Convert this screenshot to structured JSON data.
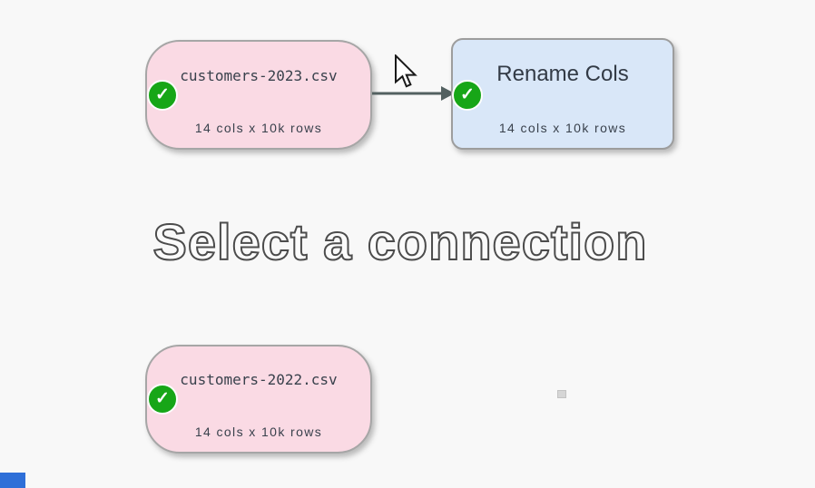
{
  "watermark": {
    "text": "Select a connection"
  },
  "nodes": [
    {
      "title": "customers-2023.csv",
      "status": "14 cols x 10k rows",
      "kind": "input-csv"
    },
    {
      "title": "Rename Cols",
      "status": "14 cols x 10k rows",
      "kind": "transform"
    },
    {
      "title": "customers-2022.csv",
      "status": "14 cols x 10k rows",
      "kind": "input-csv"
    }
  ],
  "icons": {
    "check": "✓"
  },
  "colors": {
    "background": "#f8f8f8",
    "input_node_pink": "#fadae4",
    "transform_node_blue": "#d9e7f8",
    "node_border": "#a6a6a6",
    "status_check_green": "#17a617",
    "connector_gray": "#536161",
    "text_dark": "#39414c",
    "corner_fragment_blue": "#2e6fd8"
  }
}
